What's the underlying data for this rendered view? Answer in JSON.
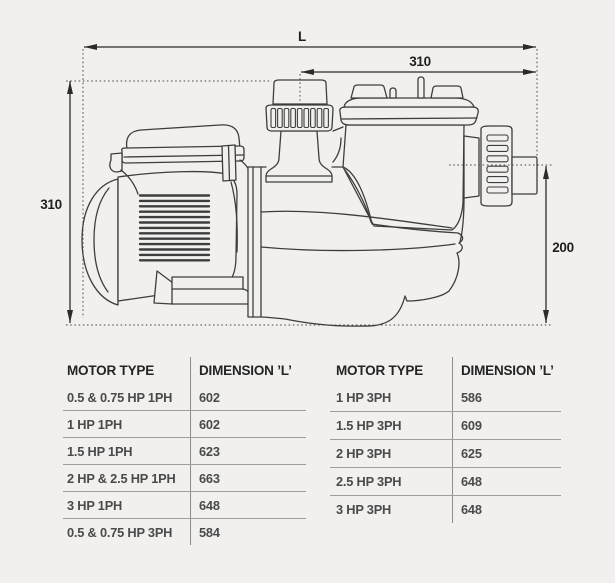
{
  "diagram": {
    "length_label": "L",
    "top_width_label": "310",
    "left_height_label": "310",
    "right_height_label": "200"
  },
  "left_table": {
    "headers": {
      "motor": "MOTOR TYPE",
      "dimension": "DIMENSION ’L’"
    },
    "rows": [
      {
        "motor": "0.5 & 0.75 HP 1PH",
        "dimension": "602"
      },
      {
        "motor": "1 HP 1PH",
        "dimension": "602"
      },
      {
        "motor": "1.5 HP 1PH",
        "dimension": "623"
      },
      {
        "motor": "2 HP & 2.5 HP 1PH",
        "dimension": "663"
      },
      {
        "motor": "3 HP 1PH",
        "dimension": "648"
      },
      {
        "motor": "0.5 & 0.75 HP 3PH",
        "dimension": "584"
      }
    ]
  },
  "right_table": {
    "headers": {
      "motor": "MOTOR TYPE",
      "dimension": "DIMENSION ’L’"
    },
    "rows": [
      {
        "motor": "1 HP 3PH",
        "dimension": "586"
      },
      {
        "motor": "1.5 HP 3PH",
        "dimension": "609"
      },
      {
        "motor": "2 HP 3PH",
        "dimension": "625"
      },
      {
        "motor": "2.5 HP 3PH",
        "dimension": "648"
      },
      {
        "motor": "3 HP 3PH",
        "dimension": "648"
      }
    ]
  },
  "colors": {
    "background": "#f1f0ee",
    "line_art": "#3d3d3d",
    "dimension_line": "#2b2b2b",
    "label_text": "#1f1f1f",
    "table_header_text": "#242424",
    "table_row_text": "#4a4a4a",
    "table_separator": "#9e9e9e"
  }
}
